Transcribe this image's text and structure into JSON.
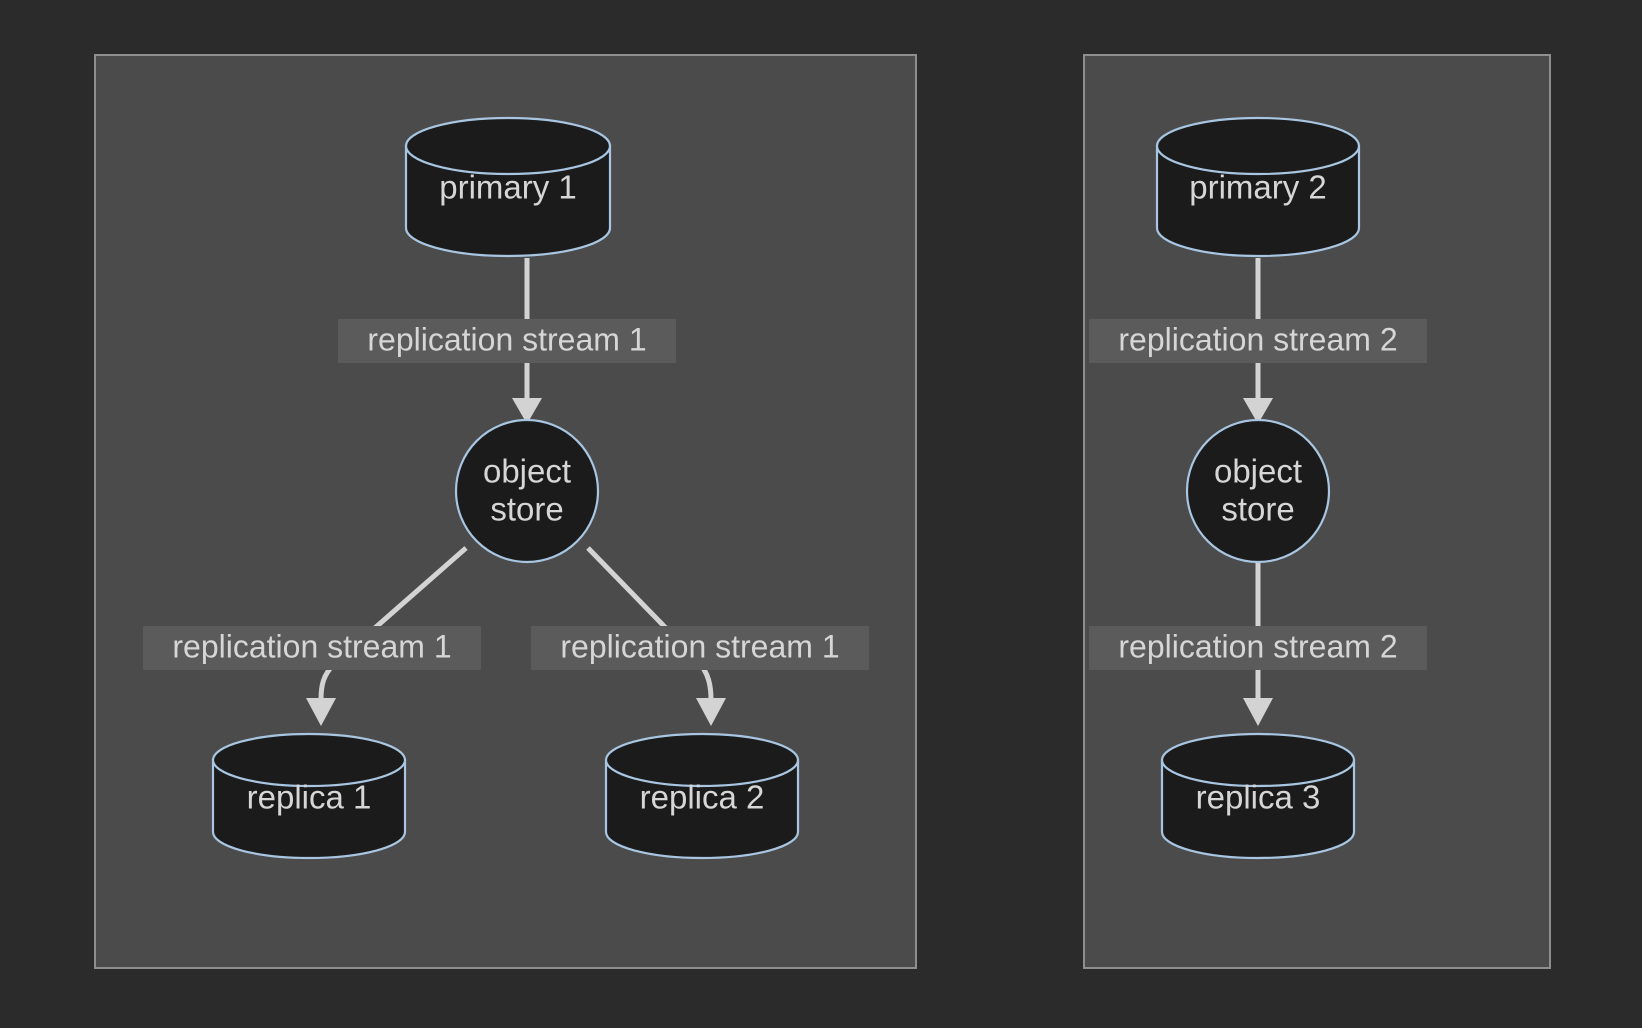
{
  "diagram": {
    "title": "",
    "background_color": "#2b2b2b",
    "cluster_fill": "#4b4b4b",
    "cluster_stroke": "#8e8e8e",
    "node_fill": "#1b1b1b",
    "node_stroke": "#a8c6e2",
    "edge_color": "#d3d3d3",
    "label_bg_color": "#5b5b5b",
    "text_color": "#d6d6d6"
  },
  "clusters": [
    {
      "id": "cluster-1",
      "label": ""
    },
    {
      "id": "cluster-2",
      "label": ""
    }
  ],
  "nodes": {
    "primary1": {
      "label": "primary 1",
      "shape": "cylinder"
    },
    "objectstore1_line1": {
      "label": "object",
      "shape": "circle"
    },
    "objectstore1_line2": {
      "label": "store",
      "shape": "circle"
    },
    "replica1": {
      "label": "replica 1",
      "shape": "cylinder"
    },
    "replica2": {
      "label": "replica 2",
      "shape": "cylinder"
    },
    "primary2": {
      "label": "primary 2",
      "shape": "cylinder"
    },
    "objectstore2_line1": {
      "label": "object",
      "shape": "circle"
    },
    "objectstore2_line2": {
      "label": "store",
      "shape": "circle"
    },
    "replica3": {
      "label": "replica 3",
      "shape": "cylinder"
    }
  },
  "edges": [
    {
      "id": "e1",
      "from": "primary1",
      "to": "objectstore1",
      "label": "replication stream 1"
    },
    {
      "id": "e2",
      "from": "objectstore1",
      "to": "replica1",
      "label": "replication stream 1"
    },
    {
      "id": "e3",
      "from": "objectstore1",
      "to": "replica2",
      "label": "replication stream 1"
    },
    {
      "id": "e4",
      "from": "primary2",
      "to": "objectstore2",
      "label": "replication stream 2"
    },
    {
      "id": "e5",
      "from": "objectstore2",
      "to": "replica3",
      "label": "replication stream 2"
    }
  ]
}
